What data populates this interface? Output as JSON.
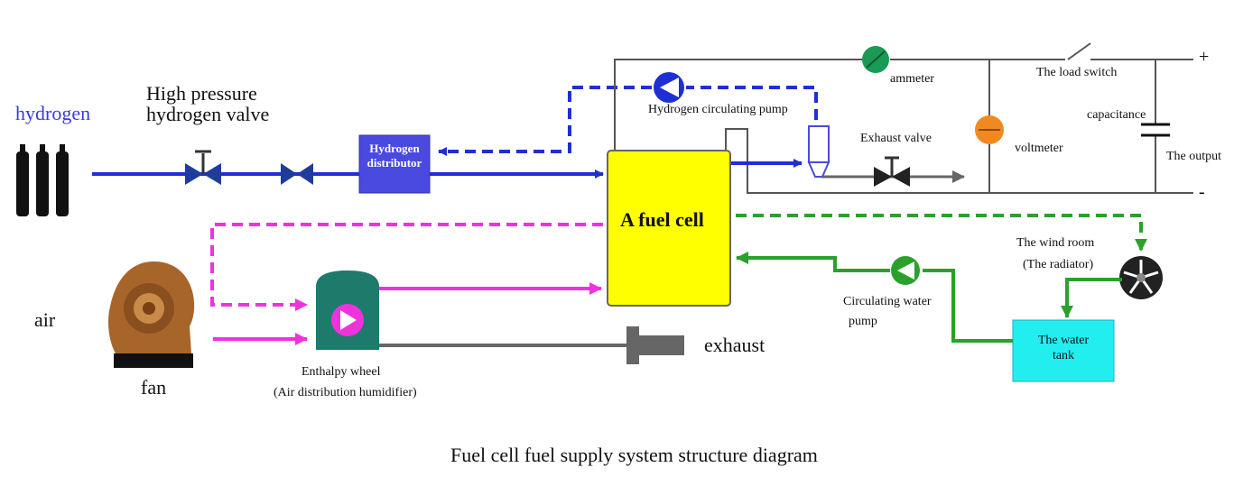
{
  "labels": {
    "hydrogen": "hydrogen",
    "high_pressure_line1": "High pressure",
    "high_pressure_line2": "hydrogen valve",
    "hydrogen_distributor_line1": "Hydrogen",
    "hydrogen_distributor_line2": "distributor",
    "hydrogen_circulating_pump": "Hydrogen circulating pump",
    "ammeter": "ammeter",
    "load_switch": "The load switch",
    "plus": "+",
    "minus": "-",
    "capacitance": "capacitance",
    "the_output": "The output",
    "exhaust_valve": "Exhaust valve",
    "voltmeter": "voltmeter",
    "fuel_cell": "A fuel cell",
    "wind_room_line1": "The wind room",
    "wind_room_line2": "(The radiator)",
    "circulating_water_pump_line1": "Circulating water",
    "circulating_water_pump_line2": "pump",
    "water_tank_line1": "The water",
    "water_tank_line2": "tank",
    "air": "air",
    "fan": "fan",
    "exhaust": "exhaust",
    "enthalpy_wheel_line1": "Enthalpy wheel",
    "enthalpy_wheel_line2": "(Air distribution humidifier)",
    "caption": "Fuel cell fuel supply system structure diagram"
  },
  "colors": {
    "hydrogen_line": "#1f2fd6",
    "air_line": "#ee33dd",
    "water_line": "#2aa12a",
    "exhaust_line": "#555555",
    "fuel_cell_fill": "#ffff00",
    "distributor_fill": "#4a4ae0",
    "water_tank_fill": "#22eef0",
    "ammeter_fill": "#1a9a55",
    "voltmeter_fill": "#f08a20",
    "enthalpy_fill": "#1e7a6a",
    "fan_fill": "#a8652a"
  }
}
